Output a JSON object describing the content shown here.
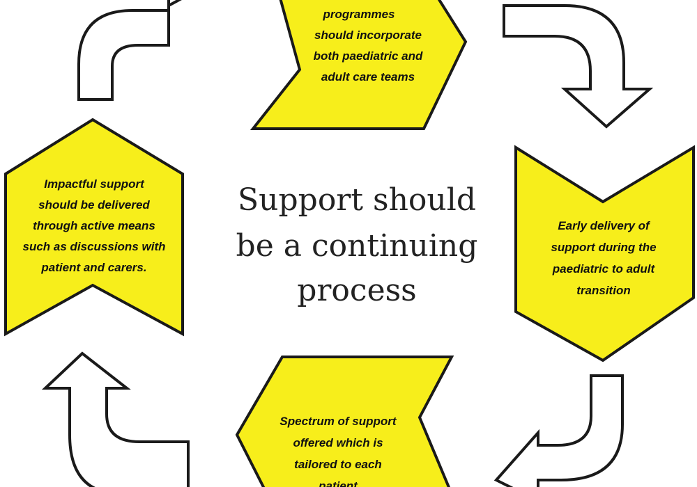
{
  "diagram": {
    "center_lines": [
      "Support should",
      "be a continuing",
      "process"
    ],
    "boxes": {
      "top": [
        "programmes",
        "should incorporate",
        "both paediatric and",
        "adult care teams"
      ],
      "right": [
        "Early delivery of",
        "support during the",
        "paediatric to adult",
        "transition"
      ],
      "bottom": [
        "Spectrum of support",
        "offered which is",
        "tailored to each",
        "patient"
      ],
      "left": [
        "Impactful support",
        "should be delivered",
        "through active means",
        "such as discussions with",
        "patient and carers."
      ]
    },
    "colors": {
      "box_fill": "#f7ee1b",
      "outline": "#1a1a1a",
      "arrow_fill": "#ffffff"
    },
    "arrow_icons": [
      "curved-arrow-top-left",
      "curved-arrow-top-right",
      "curved-arrow-bottom-right",
      "curved-arrow-bottom-left"
    ]
  }
}
